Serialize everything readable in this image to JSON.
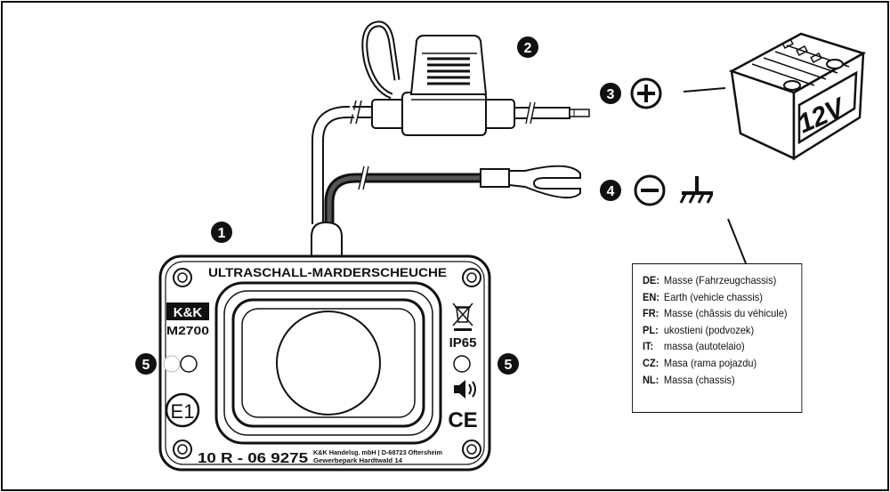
{
  "callouts": {
    "device": "1",
    "fuse": "2",
    "positive": "3",
    "negative": "4",
    "leds_left": "5",
    "leds_right": "5"
  },
  "device": {
    "title": "ULTRASCHALL-MARDERSCHEUCHE",
    "brand": "K&K",
    "model": "M2700",
    "rating": "IP65",
    "approval_mark": "E1",
    "approval_number": "10 R - 06 9275",
    "ce_mark": "CE",
    "maker_line1": "K&K Handelsg. mbH | D-68723 Oftersheim",
    "maker_line2": "Gewerbepark Hardtwald 14"
  },
  "battery": {
    "label": "12V"
  },
  "terminals": {
    "plus_symbol": "+",
    "minus_symbol": "−"
  },
  "icons": {
    "ground": "ground-icon",
    "speaker": "speaker-icon",
    "weee": "crossed-bin-icon"
  },
  "legend": [
    {
      "lang": "DE:",
      "text": "Masse (Fahrzeugchassis)"
    },
    {
      "lang": "EN:",
      "text": "Earth (vehicle chassis)"
    },
    {
      "lang": "FR:",
      "text": "Masse (châssis du véhicule)"
    },
    {
      "lang": "PL:",
      "text": "ukostieni (podvozek)"
    },
    {
      "lang": "IT:",
      "text": "massa (autotelaio)"
    },
    {
      "lang": "CZ:",
      "text": "Masa (rama pojazdu)"
    },
    {
      "lang": "NL:",
      "text": "Massa (chassis)"
    }
  ]
}
